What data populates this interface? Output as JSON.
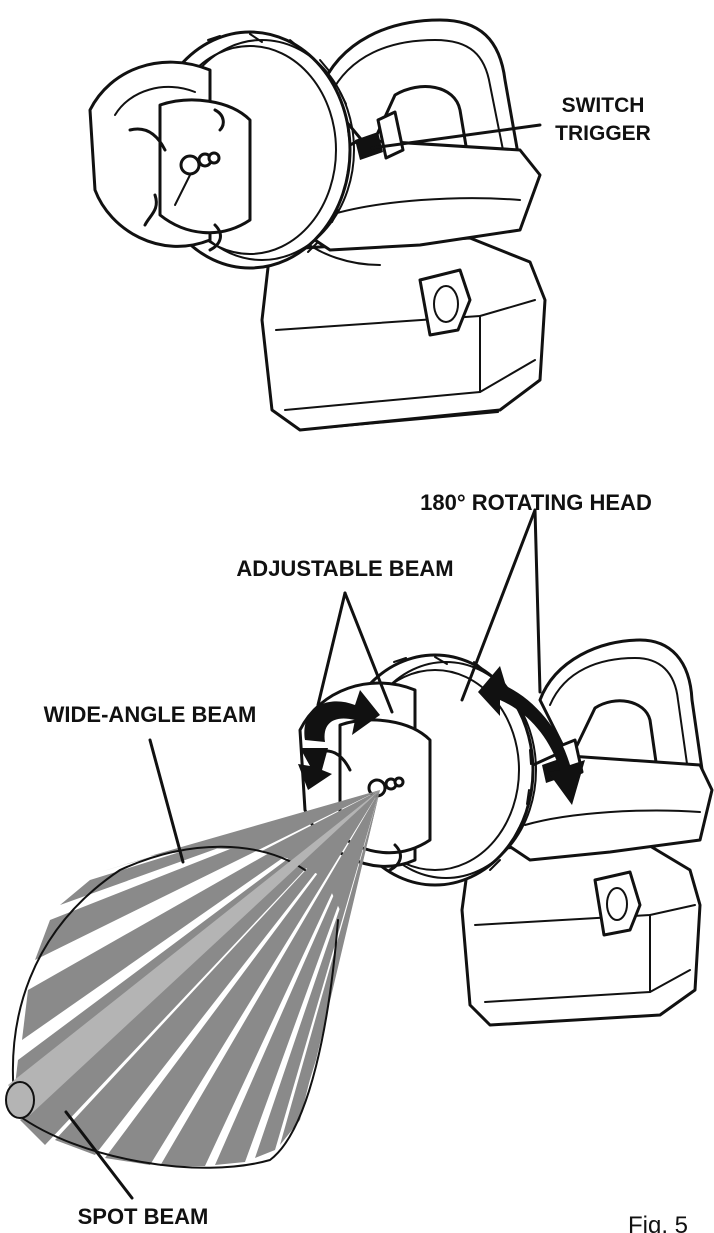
{
  "labels": {
    "switch_trigger_line1": "SWITCH",
    "switch_trigger_line2": "TRIGGER",
    "rotating_head": "180° ROTATING HEAD",
    "adjustable_beam": "ADJUSTABLE BEAM",
    "wide_angle_beam": "WIDE-ANGLE BEAM",
    "spot_beam": "SPOT BEAM",
    "figure_caption": "Fig. 5"
  }
}
